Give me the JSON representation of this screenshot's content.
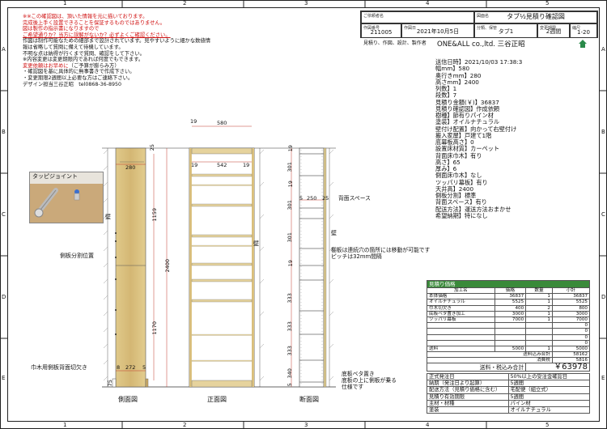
{
  "grid": {
    "columns": [
      "1",
      "2",
      "3",
      "4",
      "5"
    ],
    "rows": [
      "A",
      "B",
      "C",
      "D",
      "E"
    ]
  },
  "notes": {
    "lines_red": [
      "※※この確認図は、頂いた情報を元に描いております。",
      "完成後上手く設置できることを保証するものではありません。",
      "図は製作の指示書になりますので",
      "ご希望通りか？当方に誤解がないか？必ずよくご確認ください。"
    ],
    "lines_black": [
      "作図は制作可能なための細部まで設計されています。見やすいように細かな数値情",
      "報は省略して質問に備えて待機しています。",
      "不明な点は納得が行くまで質問、確認をして下さい。",
      "※内容変更は変更期限内であれば何度でもできます。"
    ],
    "change_red": "変更依頼はお早めに",
    "change_black": "（ご予算が膨らみ方）",
    "bullets": [
      "・確認図を基に具体的に無事書きで作成下さい。",
      "・変更期限2週間以上必要な方はご連絡下さい。"
    ],
    "contact": "デザイン担当三谷正昭　tel0868-36-8950"
  },
  "title_block": {
    "customer_label": "ご依頼者名",
    "drawing_label": "図面名",
    "drawing_name": "タブ½見積り確認図",
    "job_label": "作図番号",
    "job_no": "211005",
    "date_label": "作図日",
    "date": "2021年10月5日",
    "category_label": "分類、保管",
    "category": "タブ1",
    "deadline_label": "変更期限",
    "deadline": "2週間",
    "scale_label": "縮尺",
    "scale": "1-20"
  },
  "maker": {
    "caption": "見積り、作図、設計、製作者",
    "company": "ONE&ALL co.,ltd. 三谷正昭"
  },
  "spec": [
    "送信日時】2021/10/03 17:38:3",
    "幅mm】580",
    "奥行きmm】280",
    "高さmm】2400",
    "列数】1",
    "段数】7",
    "見積り金額(￥)】36837",
    "見積り確認図】作成依頼",
    "樹種】節有りパイン材",
    "塗装】オイルナチュラル",
    "壁付け配置】向かって右壁付け",
    "搬入家屋】戸建て1階",
    "底幕板高さ】0",
    "設置床材質】カーペット",
    "背面床巾木】有り",
    "高さ】65",
    "厚み】6",
    "側面床巾木】なし",
    "ツッパリ幕板】有り",
    "天井高】2400",
    "側板分割】標準",
    "背面スペース】有り",
    "配送方法】運送方法おまかせ",
    "希望納期】特になし"
  ],
  "drawings": {
    "inset_label": "タッピジョイント",
    "wall": "壁",
    "side_split": "側板分割位置",
    "baseboard_cut": "巾木用側板背面切欠き",
    "back_space": "背面スペース",
    "shelf_note_1": "棚板は連続穴の箇所には移動が可能です",
    "shelf_note_2": "ピッチは32mm間隔",
    "bottom_note_1": "底板ベタ置き",
    "bottom_note_2": "底板の上に側板が乗る",
    "bottom_note_3": "仕様です",
    "side_view": "側面図",
    "front_view": "正面図",
    "section_view": "断面図",
    "dims": {
      "top_w": "580",
      "side_19a": "19",
      "inner_19a": "19",
      "inner_542": "542",
      "inner_19b": "19",
      "depth_280": "280",
      "top_25": "25",
      "h_1159": "1159",
      "h_1170": "1170",
      "h_2400": "2400",
      "sec_5": "5",
      "sec_250": "250",
      "sec_25": "25",
      "bot_8": "8",
      "bot_272": "272",
      "bot_5": "5",
      "bot_75": "75",
      "sec_19_a": "19",
      "sec_19_b": "19",
      "sec_19_c": "19",
      "sec_301_a": "301",
      "sec_301_b": "301",
      "sec_301_c": "301",
      "sec_333_a": "333",
      "sec_333_b": "333",
      "sec_333_c": "333",
      "sec_340": "340",
      "sec_5b": "5"
    }
  },
  "estimate": {
    "title": "見積り価格",
    "headers": [
      "加工名",
      "価格",
      "数量",
      "小計"
    ],
    "rows": [
      [
        "本体価格",
        "36837",
        "1",
        "36837"
      ],
      [
        "オイルナチュラル",
        "5525",
        "1",
        "5525"
      ],
      [
        "巾木切欠き",
        "400",
        "2",
        "800"
      ],
      [
        "底板ベタ置き加工",
        "3000",
        "1",
        "3000"
      ],
      [
        "ツッパリ幕板",
        "7000",
        "1",
        "7000"
      ],
      [
        "",
        "",
        "",
        "0"
      ],
      [
        "",
        "",
        "",
        "0"
      ],
      [
        "",
        "",
        "",
        "0"
      ],
      [
        "",
        "",
        "",
        "0"
      ]
    ],
    "shipping": [
      "送料",
      "5000",
      "1",
      "5000"
    ],
    "subtotal_label": "送料込み合計",
    "subtotal": "58162",
    "tax_label": "消費税",
    "tax": "5816",
    "total_label": "送料・税込み合計",
    "total": "￥63978"
  },
  "bottom": [
    [
      "正式発注日",
      "50%以上の受注金確認日"
    ],
    [
      "納期（発注日より起算）",
      "5週間"
    ],
    [
      "配送方法（見積り価格に含む）",
      "宅配便（組立式）"
    ],
    [
      "見積り有効期限",
      "5週間"
    ],
    [
      "主材・材種",
      "パイン材"
    ],
    [
      "塗装",
      "オイルナチュラル"
    ]
  ]
}
